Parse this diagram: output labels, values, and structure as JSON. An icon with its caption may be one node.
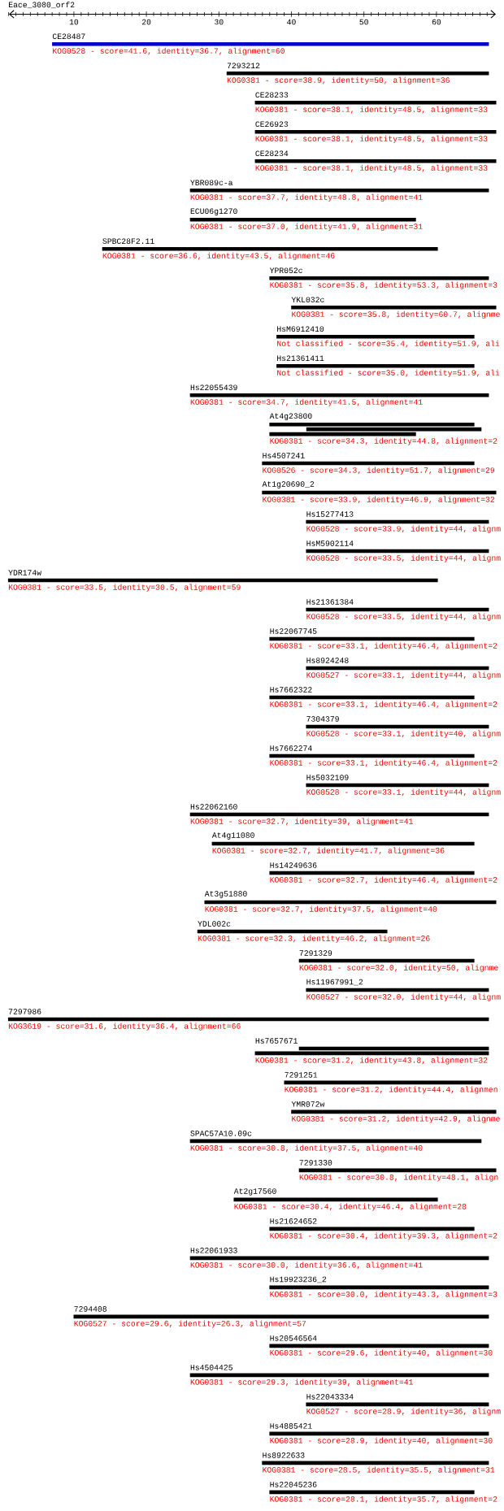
{
  "diagram": {
    "nodes": [
      {
        "text": [
          "CE28487",
          "KOG0528 - score=41.6, identity=36.7, alignment=60"
        ]
      },
      {
        "text": [
          "7293212",
          "KOG0381 - score=38.9, identity=50, alignment=36"
        ]
      },
      {
        "text": [
          "CE28233",
          "KOG0381 - score=38.1, identity=48.5, alignment=33"
        ]
      },
      {
        "text": [
          "CE26923",
          "KOG0381 - score=38.1, identity=48.5, alignment=33"
        ]
      },
      {
        "text": [
          "CE28234",
          "KOG0381 - score=38.1, identity=48.5, alignment=33"
        ]
      },
      {
        "text": [
          "YBR089c-a",
          "KOG0381 - score=37.7, identity=48.8, alignment=41"
        ]
      },
      {
        "text": [
          "ECU06g1270",
          "KOG0381 - score=37.0, identity=41.9, alignment=31"
        ]
      },
      {
        "text": [
          "SPBC28F2.11",
          "KOG0381 - score=36.6, identity=43.5, alignment=46"
        ]
      },
      {
        "text": [
          "YPR052c",
          "KOG0381 - score=35.8, identity=53.3, alignment=3"
        ]
      },
      {
        "text": [
          "YKL032c",
          "KOG0381 - score=35.8, identity=60.7, alignme"
        ]
      },
      {
        "text": [
          "HsM6912410",
          "Not classified - score=35.4, identity=51.9, ali"
        ]
      },
      {
        "text": [
          "Hs21361411",
          "Not classified - score=35.0, identity=51.9, ali"
        ]
      },
      {
        "text": [
          "Hs22055439",
          "KOG0381 - score=34.7, identity=41.5, alignment=41"
        ]
      },
      {
        "text": [
          "At4g23800",
          "KOG0381 - score=34.3, identity=44.8, alignment=2"
        ]
      },
      {
        "text": [
          "Hs4507241",
          "KOG0526 - score=34.3, identity=51.7, alignment=29"
        ]
      },
      {
        "text": [
          "At1g20690_2",
          "KOG0381 - score=33.9, identity=46.9, alignment=32"
        ]
      },
      {
        "text": [
          "Hs15277413",
          "KOG0528 - score=33.9, identity=44, alignm"
        ]
      },
      {
        "text": [
          "HsM5902114",
          "KOG0528 - score=33.5, identity=44, alignm"
        ]
      },
      {
        "text": [
          "YDR174w",
          "KOG0381 - score=33.5, identity=30.5, alignment=59"
        ]
      },
      {
        "text": [
          "Hs21361384",
          "KOG0528 - score=33.5, identity=44, alignm"
        ]
      },
      {
        "text": [
          "Hs22067745",
          "KOG0381 - score=33.1, identity=46.4, alignment=2"
        ]
      },
      {
        "text": [
          "Hs8924248",
          "KOG0527 - score=33.1, identity=44, alignm"
        ]
      },
      {
        "text": [
          "Hs7662322",
          "KOG0381 - score=33.1, identity=46.4, alignment=2"
        ]
      },
      {
        "text": [
          "7304379",
          "KOG0528 - score=33.1, identity=40, alignm"
        ]
      },
      {
        "text": [
          "Hs7662274",
          "KOG0381 - score=33.1, identity=46.4, alignment=2"
        ]
      },
      {
        "text": [
          "Hs5032109",
          "KOG0528 - score=33.1, identity=44, alignm"
        ]
      },
      {
        "text": [
          "Hs22062160",
          "KOG0381 - score=32.7, identity=39, alignment=41"
        ]
      },
      {
        "text": [
          "At4g11080",
          "KOG0381 - score=32.7, identity=41.7, alignment=36"
        ]
      },
      {
        "text": [
          "Hs14249636",
          "KOG0381 - score=32.7, identity=46.4, alignment=2"
        ]
      },
      {
        "text": [
          "At3g51880",
          "KOG0381 - score=32.7, identity=37.5, alignment=40"
        ]
      },
      {
        "text": [
          "YDL002c",
          "KOG0381 - score=32.3, identity=46.2, alignment=26"
        ]
      },
      {
        "text": [
          "7291329",
          "KOG0381 - score=32.0, identity=50, alignme"
        ]
      },
      {
        "text": [
          "Hs11967991_2",
          "KOG0527 - score=32.0, identity=44, alignm"
        ]
      },
      {
        "text": [
          "7297986",
          "KOG3619 - score=31.6, identity=36.4, alignment=66"
        ]
      },
      {
        "text": [
          "Hs7657671",
          "KOG0381 - score=31.2, identity=43.8, alignment=32"
        ]
      },
      {
        "text": [
          "7291251",
          "KOG0381 - score=31.2, identity=44.4, alignmen"
        ]
      },
      {
        "text": [
          "YMR072w",
          "KOG0381 - score=31.2, identity=42.9, alignme"
        ]
      },
      {
        "text": [
          "SPAC57A10.09c",
          "KOG0381 - score=30.8, identity=37.5, alignment=40"
        ]
      },
      {
        "text": [
          "7291330",
          "KOG0381 - score=30.8, identity=48.1, align"
        ]
      },
      {
        "text": [
          "At2g17560",
          "KOG0381 - score=30.4, identity=46.4, alignment=28"
        ]
      },
      {
        "text": [
          "Hs21624652",
          "KOG0381 - score=30.4, identity=39.3, alignment=2"
        ]
      },
      {
        "text": [
          "Hs22061933",
          "KOG0381 - score=30.0, identity=36.6, alignment=41"
        ]
      },
      {
        "text": [
          "Hs19923236_2",
          "KOG0381 - score=30.0, identity=43.3, alignment=3"
        ]
      },
      {
        "text": [
          "7294408",
          "KOG0527 - score=29.6, identity=26.3, alignment=57"
        ]
      },
      {
        "text": [
          "Hs20546564",
          "KOG0381 - score=29.6, identity=40, alignment=30"
        ]
      },
      {
        "text": [
          "Hs4504425",
          "KOG0381 - score=29.3, identity=39, alignment=41"
        ]
      },
      {
        "text": [
          "Hs22043334",
          "KOG0527 - score=28.9, identity=36, alignm"
        ]
      },
      {
        "text": [
          "Hs4885421",
          "KOG0381 - score=28.9, identity=40, alignment=30"
        ]
      },
      {
        "text": [
          "Hs8922633",
          "KOG0381 - score=28.5, identity=35.5, alignment=31"
        ]
      },
      {
        "text": [
          "Hs22045236",
          "KOG0381 - score=28.1, identity=35.7, alignment=2"
        ]
      }
    ],
    "labels": [
      "Eace_3080_orf2",
      "10",
      "20",
      "30",
      "40",
      "50",
      "60"
    ]
  }
}
